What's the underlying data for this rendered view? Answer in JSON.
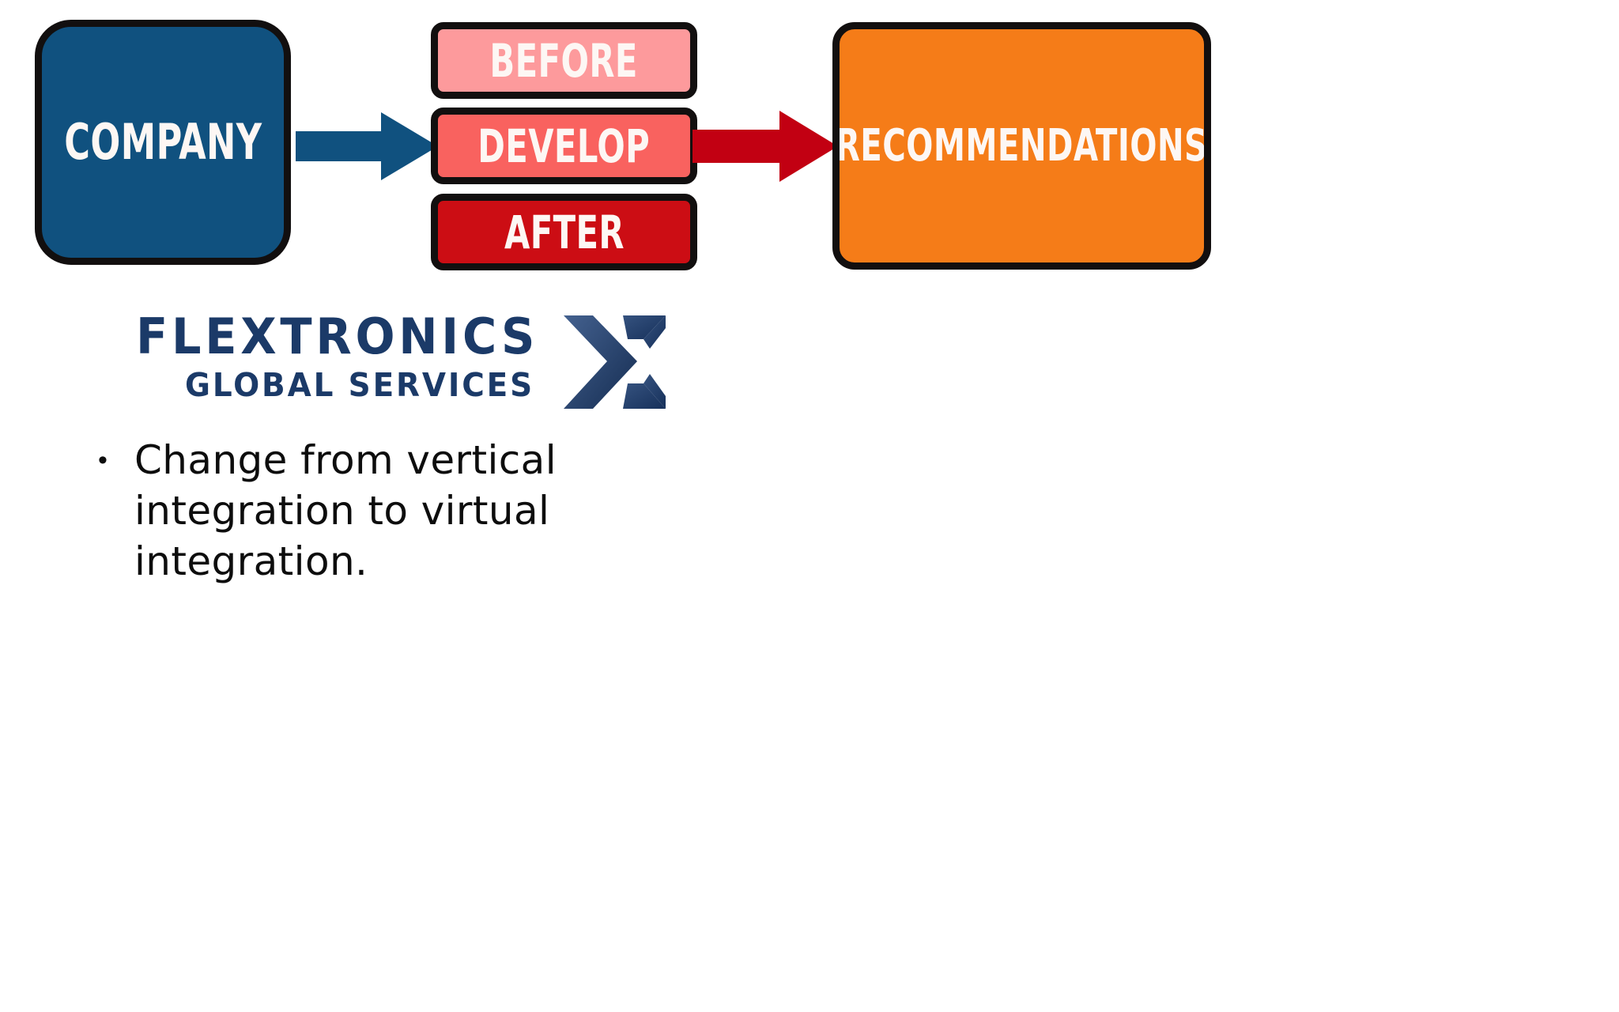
{
  "slide": {
    "background_color": "#ffffff",
    "flow": {
      "source": {
        "id": "company",
        "label": "COMPANY",
        "fill": "#10517f",
        "text_color": "#fdf7f4",
        "border_color": "#120f0f"
      },
      "stages": [
        {
          "id": "before",
          "label": "BEFORE",
          "fill": "#fd9a9c",
          "text_color": "#fdf7f4",
          "border_color": "#120f0f"
        },
        {
          "id": "develop",
          "label": "DEVELOP",
          "fill": "#f9625f",
          "text_color": "#fdf7f4",
          "border_color": "#120f0f"
        },
        {
          "id": "after",
          "label": "AFTER",
          "fill": "#cc0d14",
          "text_color": "#fdf7f4",
          "border_color": "#120f0f"
        }
      ],
      "target": {
        "id": "recommendations",
        "label": "RECOMMENDATIONS",
        "fill": "#f57c18",
        "text_color": "#fdf7f4",
        "border_color": "#120f0f"
      },
      "arrows": [
        {
          "id": "company-to-develop",
          "color": "#10517f",
          "direction": "right"
        },
        {
          "id": "develop-to-recommendations",
          "color": "#c20012",
          "direction": "right"
        }
      ]
    },
    "logo": {
      "name": "flextronics-global-services",
      "line1": "FLEXTRONICS",
      "line2": "GLOBAL SERVICES",
      "color": "#1b3a68",
      "mark_color_light": "#3d5b8c",
      "mark_color_dark": "#152d52"
    },
    "bullets": [
      {
        "marker": "•",
        "text": "Change from vertical integration to virtual integration.",
        "color": "#0d0d0d"
      }
    ]
  }
}
